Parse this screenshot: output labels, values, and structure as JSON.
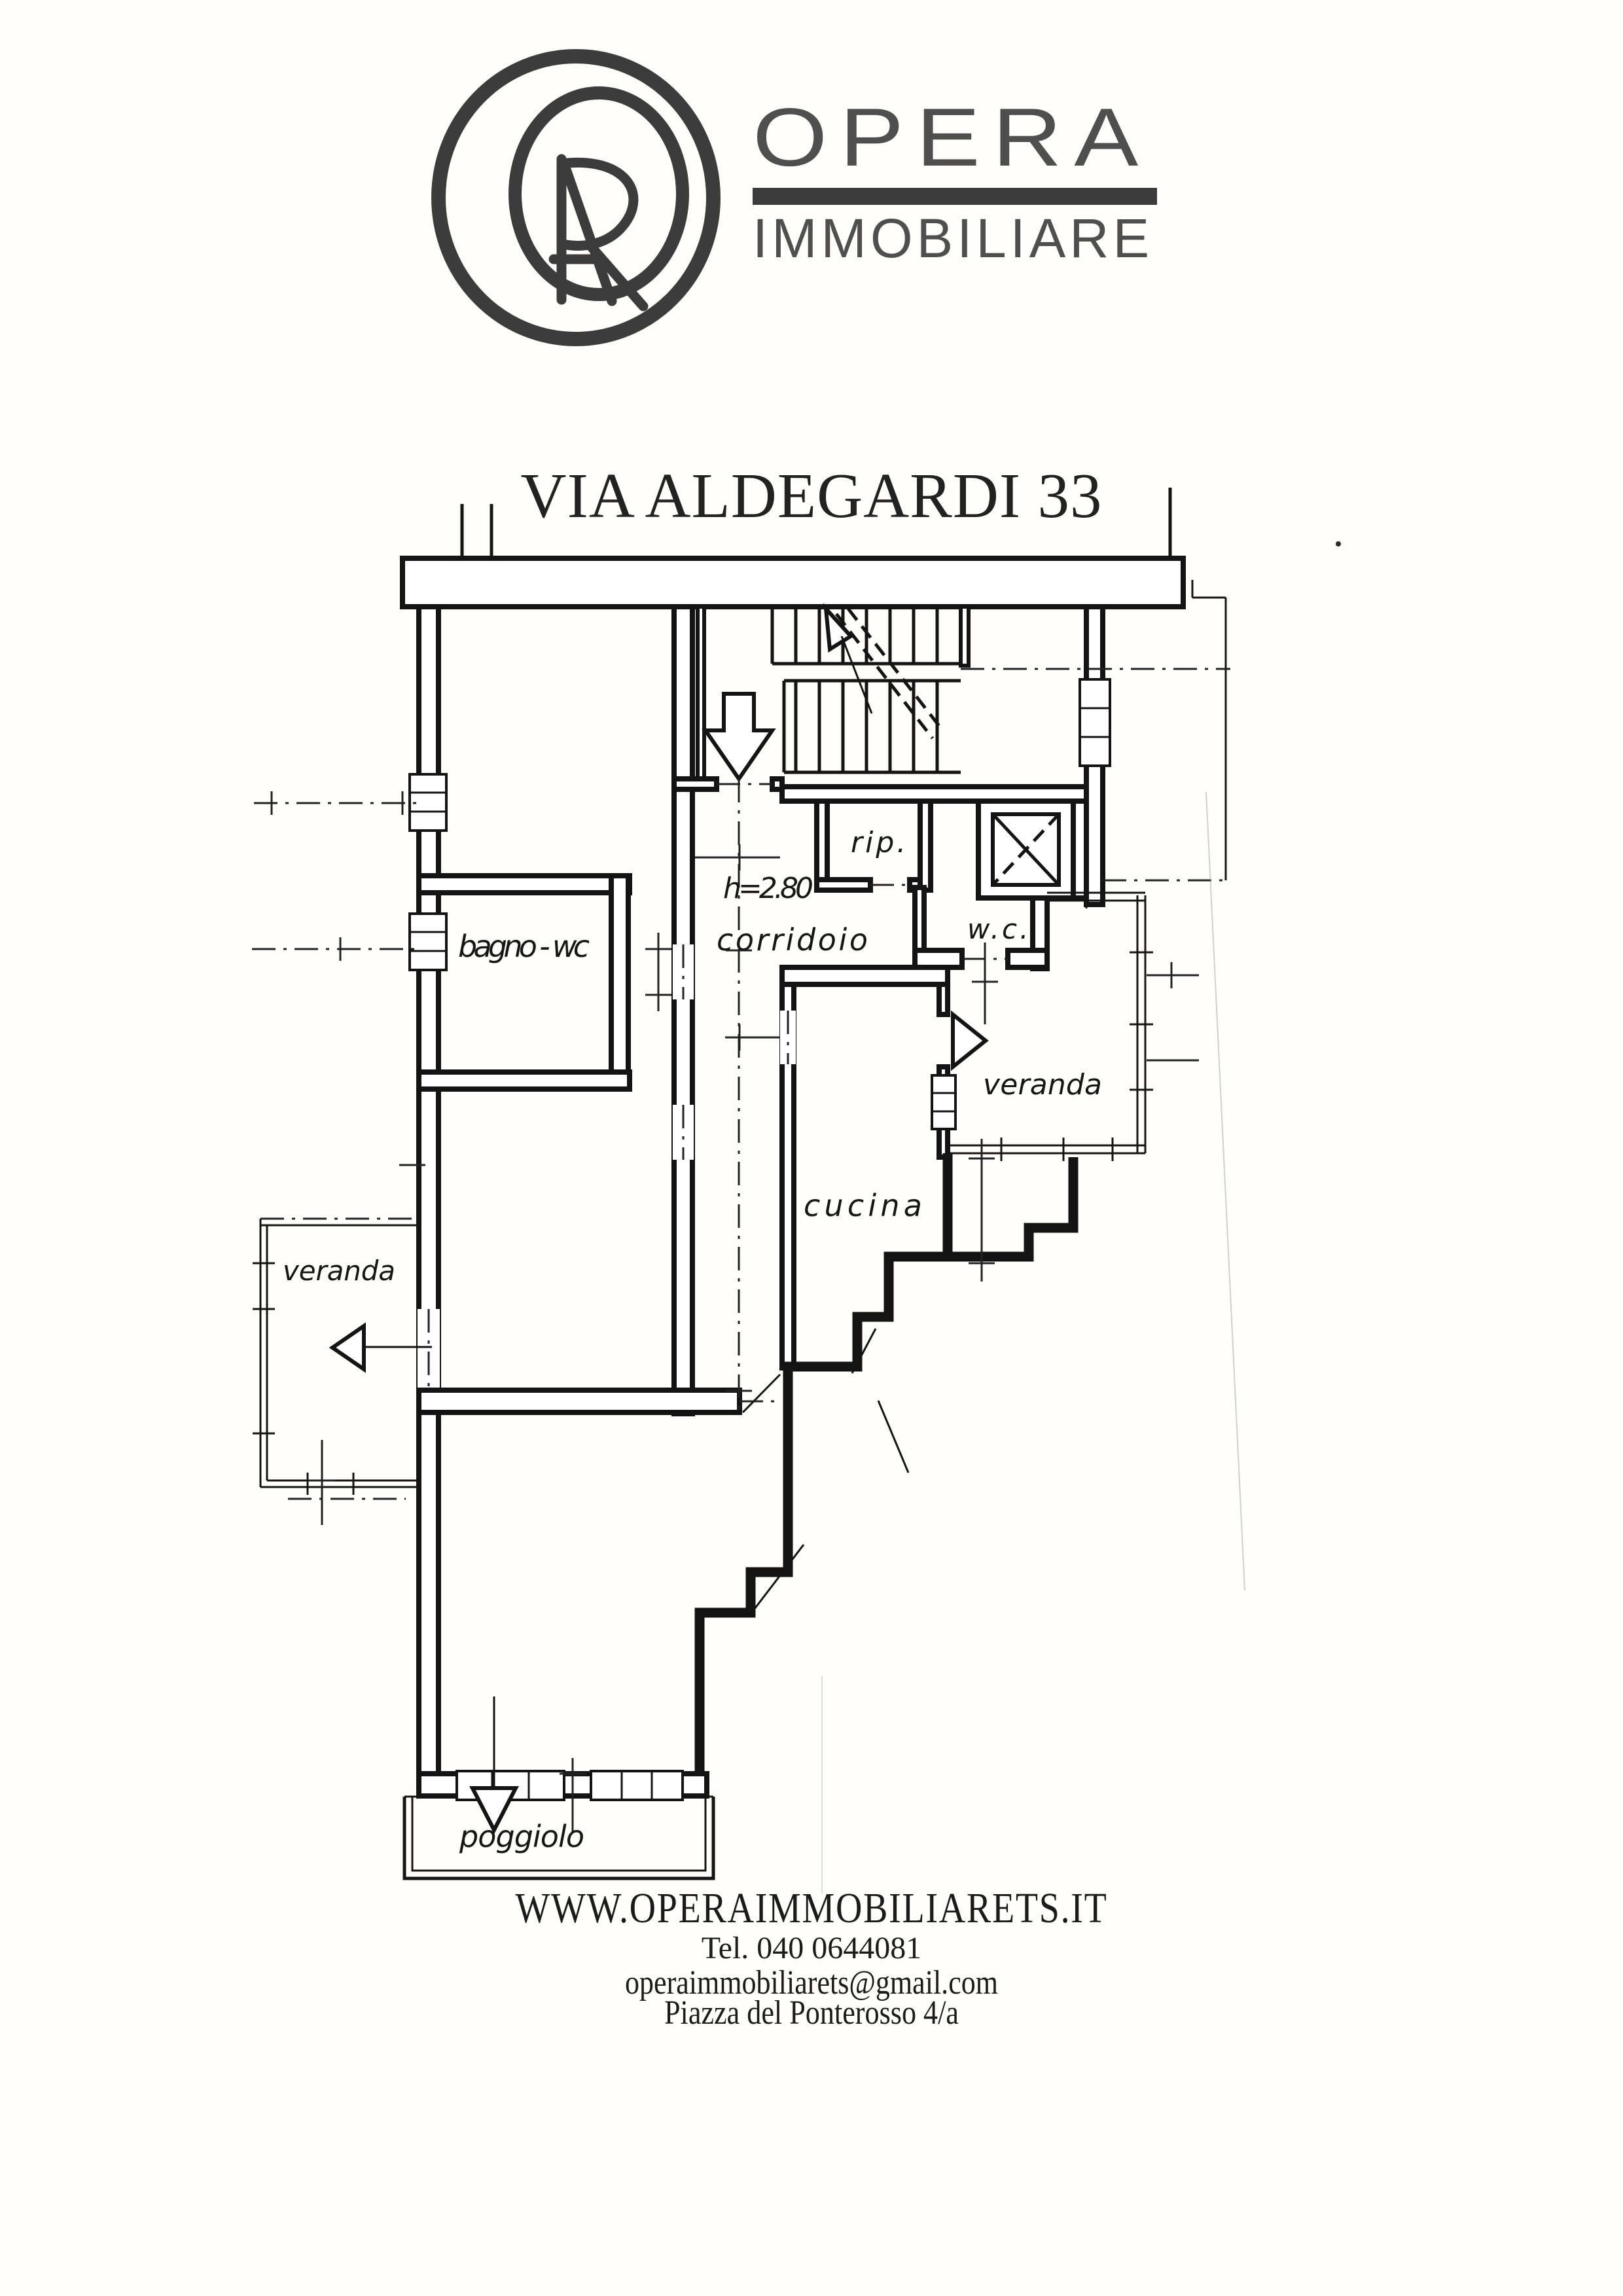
{
  "page": {
    "background": "#ffffff",
    "ink": "#141414"
  },
  "logo": {
    "brand": "OPERA",
    "brand_sub": "IMMOBILIARE",
    "color": "#3c3c3c"
  },
  "title": "VIA ALDEGARDI 33",
  "plan": {
    "labels": {
      "bagno": "bagno - wc",
      "corridoio": "corridoio",
      "height_note": "h=2.80",
      "rip": "rip.",
      "wc": "w.c.",
      "cucina": "cucina",
      "veranda_right": "veranda",
      "veranda_left": "veranda",
      "poggiolo": "poggiolo"
    }
  },
  "footer": {
    "website": "WWW.OPERAIMMOBILIARETS.IT",
    "phone": "Tel. 040 0644081",
    "email": "operaimmobiliarets@gmail.com",
    "address": "Piazza del Ponterosso 4/a"
  }
}
